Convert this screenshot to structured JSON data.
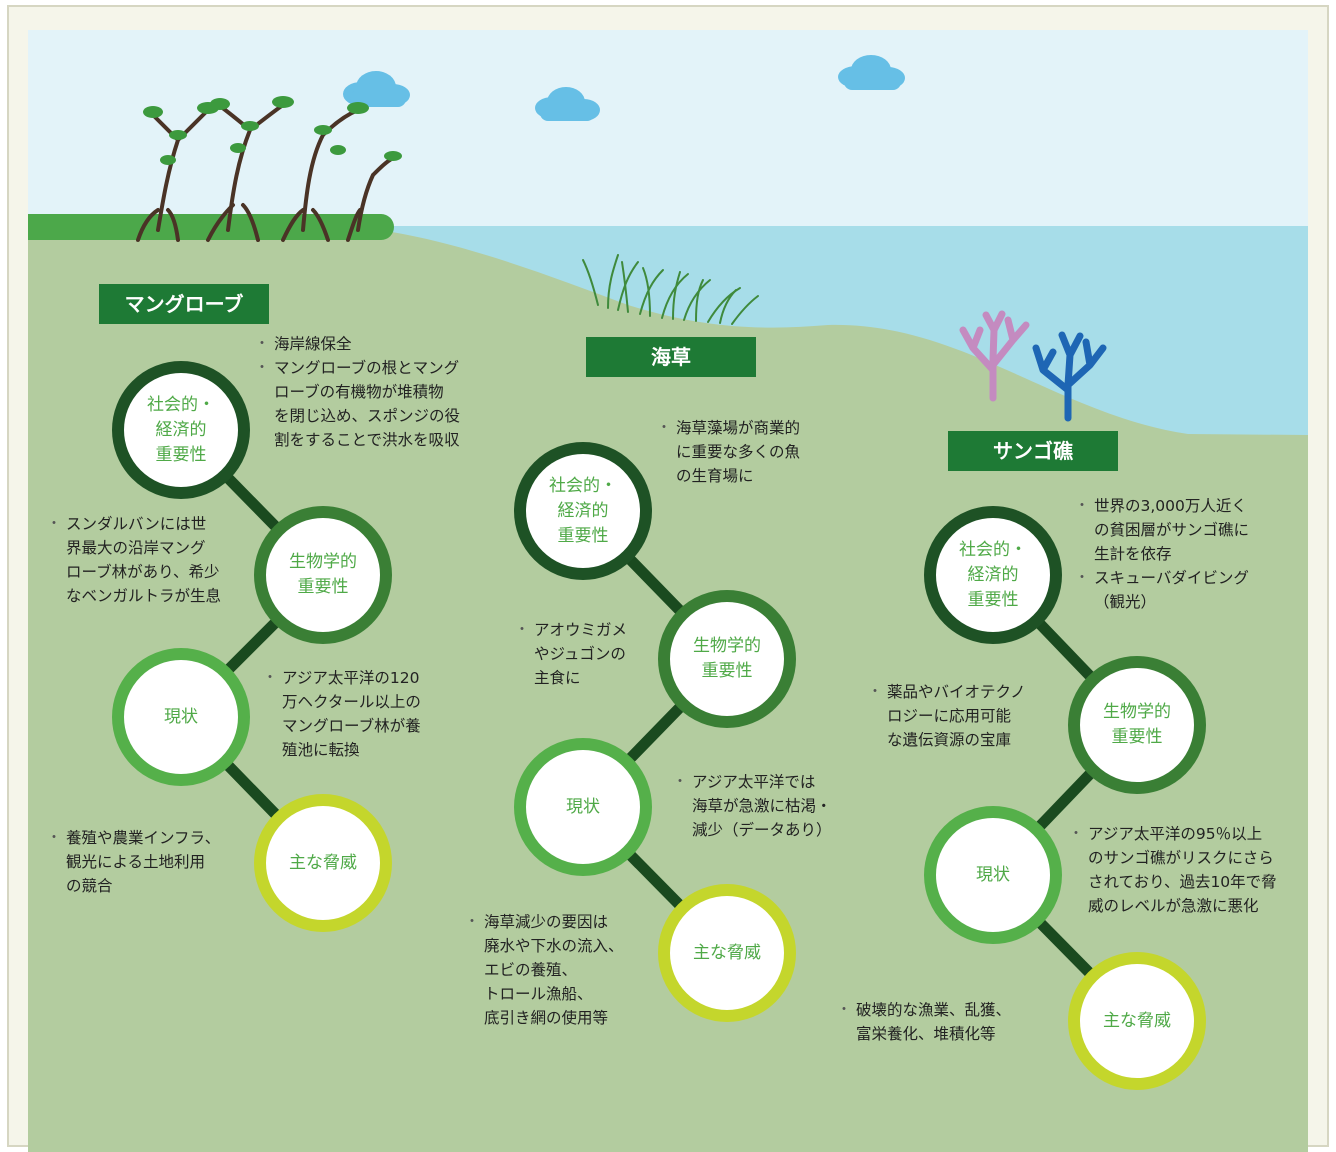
{
  "colors": {
    "sky": "#e3f3f9",
    "sea": "#a7dde9",
    "ground": "#b3cc9f",
    "title_box": "#1e7a35",
    "ring_social": "#1e5225",
    "ring_bio": "#3a7f35",
    "ring_status": "#55b04a",
    "ring_threat": "#c4d62c",
    "ring_text": "#4fa947"
  },
  "icons": [
    "cloud-icon",
    "mangrove-tree-icon",
    "seagrass-icon",
    "coral-icon"
  ],
  "sections": [
    {
      "title": "マングローブ",
      "circles": [
        {
          "label": "社会的・\n経済的\n重要性"
        },
        {
          "label": "生物学的\n重要性"
        },
        {
          "label": "現状"
        },
        {
          "label": "主な脅威"
        }
      ],
      "notes": {
        "social": [
          "海岸線保全",
          "マングローブの根とマング\nローブの有機物が堆積物\nを閉じ込め、スポンジの役\n割をすることで洪水を吸収"
        ],
        "bio": [
          "スンダルバンには世\n界最大の沿岸マング\nローブ林があり、希少\nなベンガルトラが生息"
        ],
        "status": [
          "アジア太平洋の120\n万ヘクタール以上の\nマングローブ林が養\n殖池に転換"
        ],
        "threat": [
          "養殖や農業インフラ、\n観光による土地利用\nの競合"
        ]
      }
    },
    {
      "title": "海草",
      "circles": [
        {
          "label": "社会的・\n経済的\n重要性"
        },
        {
          "label": "生物学的\n重要性"
        },
        {
          "label": "現状"
        },
        {
          "label": "主な脅威"
        }
      ],
      "notes": {
        "social": [
          "海草藻場が商業的\nに重要な多くの魚\nの生育場に"
        ],
        "bio": [
          "アオウミガメ\nやジュゴンの\n主食に"
        ],
        "status": [
          "アジア太平洋では\n海草が急激に枯渇・\n減少（データあり）"
        ],
        "threat": [
          "海草減少の要因は\n廃水や下水の流入、\nエビの養殖、\nトロール漁船、\n底引き網の使用等"
        ]
      }
    },
    {
      "title": "サンゴ礁",
      "circles": [
        {
          "label": "社会的・\n経済的\n重要性"
        },
        {
          "label": "生物学的\n重要性"
        },
        {
          "label": "現状"
        },
        {
          "label": "主な脅威"
        }
      ],
      "notes": {
        "social": [
          "世界の3,000万人近く\nの貧困層がサンゴ礁に\n生計を依存",
          "スキューバダイビング\n（観光）"
        ],
        "bio": [
          "薬品やバイオテクノ\nロジーに応用可能\nな遺伝資源の宝庫"
        ],
        "status": [
          "アジア太平洋の95％以上\nのサンゴ礁がリスクにさら\nされており、過去10年で脅\n威のレベルが急激に悪化"
        ],
        "threat": [
          "破壊的な漁業、乱獲、\n富栄養化、堆積化等"
        ]
      }
    }
  ]
}
